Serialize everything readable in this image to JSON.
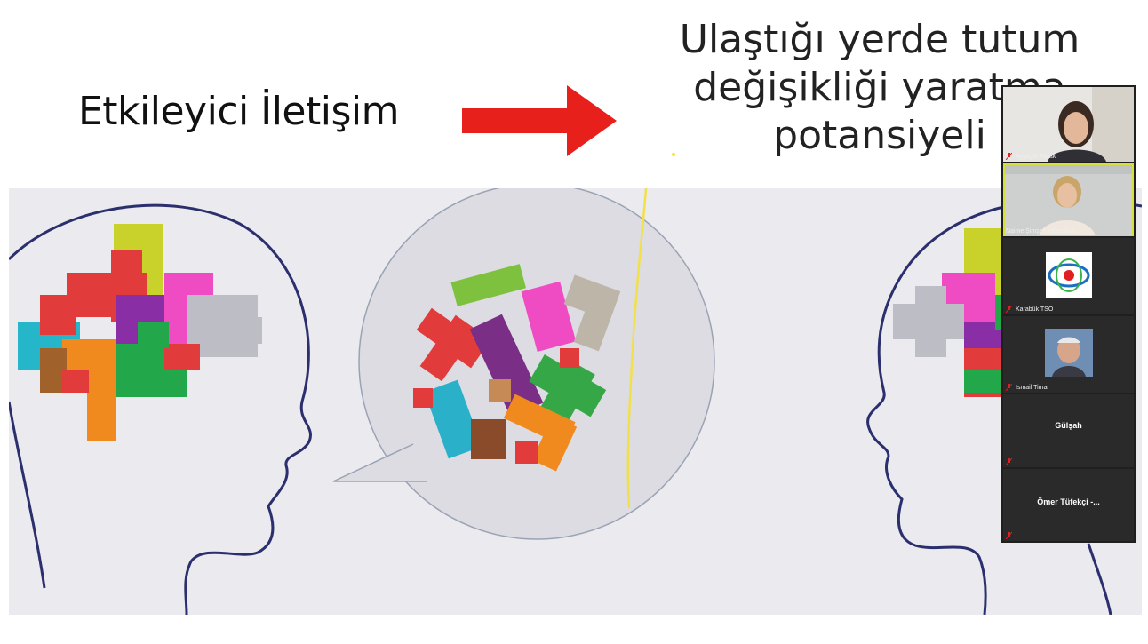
{
  "slide": {
    "left_title": "Etkileyici İletişim",
    "right_title": "Ulaştığı yerde tutum\ndeğişikliği yaratma\npotansiyeli"
  },
  "colors": {
    "arrow": "#e8201c",
    "head_outline": "#2b2f6e",
    "annotation": "#f2e04a",
    "panel_bg": "#1f1f1f",
    "active_speaker": "#d7e03a"
  },
  "participants": [
    {
      "name": "Ayşegül Tabak",
      "video": true
    },
    {
      "name": "Naime Şimşek Yüksekbil...",
      "video": true
    },
    {
      "name": "Karabük TSO",
      "video": false,
      "avatar": "tso-logo"
    },
    {
      "name": "Ismail Timar",
      "video": false,
      "avatar": "photo"
    },
    {
      "name": "Gülşah",
      "video": false
    },
    {
      "name": "Ömer Tüfekçi -...",
      "video": false
    }
  ]
}
